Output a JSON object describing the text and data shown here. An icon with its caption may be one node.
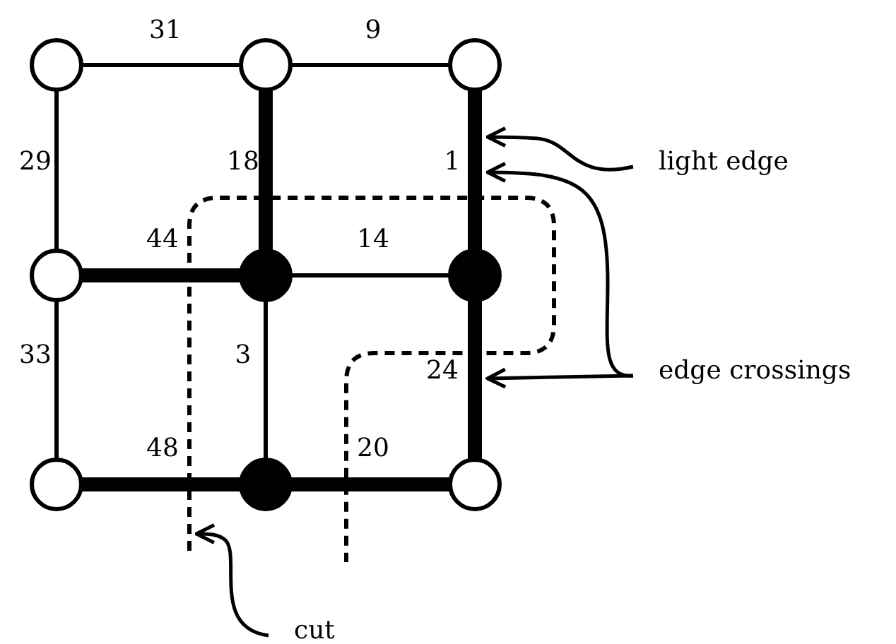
{
  "diagram": {
    "nodes": [
      {
        "text": [],
        "shape": "circle"
      },
      {
        "text": [],
        "shape": "circle"
      },
      {
        "text": [],
        "shape": "circle"
      },
      {
        "text": [],
        "shape": "circle"
      },
      {
        "text": [],
        "shape": "circle"
      },
      {
        "text": [],
        "shape": "circle"
      },
      {
        "text": [],
        "shape": "circle"
      },
      {
        "text": [],
        "shape": "circle"
      },
      {
        "text": [],
        "shape": "circle"
      },
      {
        "text": [
          "light edge"
        ]
      },
      {
        "text": [
          "edge crossings"
        ]
      },
      {
        "text": [
          "cut"
        ]
      }
    ],
    "edges": [
      {
        "from": 0,
        "to": 1,
        "arrow": "none",
        "label": "31"
      },
      {
        "from": 1,
        "to": 2,
        "arrow": "none",
        "label": "9"
      },
      {
        "from": 0,
        "to": 3,
        "arrow": "none",
        "label": "29"
      },
      {
        "from": 1,
        "to": 4,
        "arrow": "none",
        "label": "18",
        "style": "thick"
      },
      {
        "from": 2,
        "to": 5,
        "arrow": "none",
        "label": "1",
        "style": "thick"
      },
      {
        "from": 3,
        "to": 4,
        "arrow": "none",
        "label": "44",
        "style": "thick"
      },
      {
        "from": 4,
        "to": 5,
        "arrow": "none",
        "label": "14"
      },
      {
        "from": 3,
        "to": 6,
        "arrow": "none",
        "label": "33"
      },
      {
        "from": 4,
        "to": 7,
        "arrow": "none",
        "label": "3"
      },
      {
        "from": 5,
        "to": 8,
        "arrow": "none",
        "label": "24",
        "style": "thick"
      },
      {
        "from": 6,
        "to": 7,
        "arrow": "none",
        "label": "48",
        "style": "thick"
      },
      {
        "from": 7,
        "to": 8,
        "arrow": "none",
        "label": "20",
        "style": "thick"
      },
      {
        "from": 9,
        "to": null,
        "arrow": "to"
      },
      {
        "from": 10,
        "to": null,
        "arrow": "to"
      },
      {
        "from": 10,
        "to": null,
        "arrow": "to"
      },
      {
        "from": 11,
        "to": null,
        "arrow": "to"
      }
    ]
  }
}
